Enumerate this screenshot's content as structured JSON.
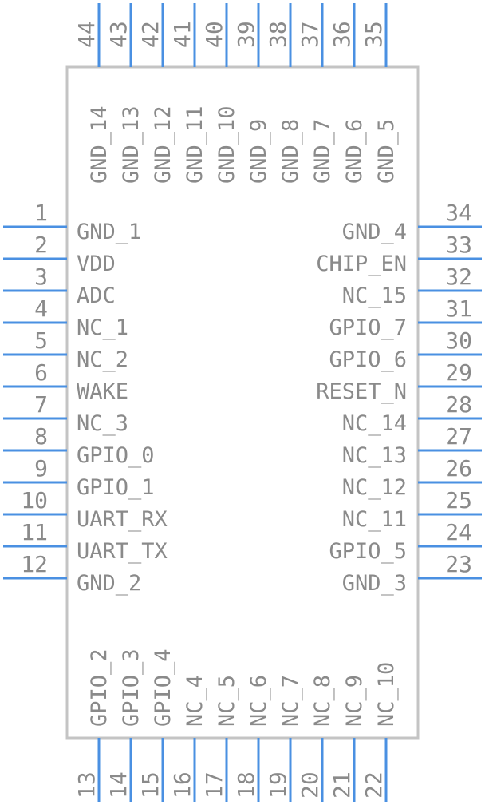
{
  "colors": {
    "pin": "#4a90e2",
    "body": "#c4c4c4",
    "text": "#8a8a8a"
  },
  "left_pins": [
    {
      "number": "1",
      "label": "GND_1"
    },
    {
      "number": "2",
      "label": "VDD"
    },
    {
      "number": "3",
      "label": "ADC"
    },
    {
      "number": "4",
      "label": "NC_1"
    },
    {
      "number": "5",
      "label": "NC_2"
    },
    {
      "number": "6",
      "label": "WAKE"
    },
    {
      "number": "7",
      "label": "NC_3"
    },
    {
      "number": "8",
      "label": "GPIO_0"
    },
    {
      "number": "9",
      "label": "GPIO_1"
    },
    {
      "number": "10",
      "label": "UART_RX"
    },
    {
      "number": "11",
      "label": "UART_TX"
    },
    {
      "number": "12",
      "label": "GND_2"
    }
  ],
  "right_pins": [
    {
      "number": "34",
      "label": "GND_4"
    },
    {
      "number": "33",
      "label": "CHIP_EN"
    },
    {
      "number": "32",
      "label": "NC_15"
    },
    {
      "number": "31",
      "label": "GPIO_7"
    },
    {
      "number": "30",
      "label": "GPIO_6"
    },
    {
      "number": "29",
      "label": "RESET_N"
    },
    {
      "number": "28",
      "label": "NC_14"
    },
    {
      "number": "27",
      "label": "NC_13"
    },
    {
      "number": "26",
      "label": "NC_12"
    },
    {
      "number": "25",
      "label": "NC_11"
    },
    {
      "number": "24",
      "label": "GPIO_5"
    },
    {
      "number": "23",
      "label": "GND_3"
    }
  ],
  "top_pins": [
    {
      "number": "44",
      "label": "GND_14"
    },
    {
      "number": "43",
      "label": "GND_13"
    },
    {
      "number": "42",
      "label": "GND_12"
    },
    {
      "number": "41",
      "label": "GND_11"
    },
    {
      "number": "40",
      "label": "GND_10"
    },
    {
      "number": "39",
      "label": "GND_9"
    },
    {
      "number": "38",
      "label": "GND_8"
    },
    {
      "number": "37",
      "label": "GND_7"
    },
    {
      "number": "36",
      "label": "GND_6"
    },
    {
      "number": "35",
      "label": "GND_5"
    }
  ],
  "bottom_pins": [
    {
      "number": "13",
      "label": "GPIO_2"
    },
    {
      "number": "14",
      "label": "GPIO_3"
    },
    {
      "number": "15",
      "label": "GPIO_4"
    },
    {
      "number": "16",
      "label": "NC_4"
    },
    {
      "number": "17",
      "label": "NC_5"
    },
    {
      "number": "18",
      "label": "NC_6"
    },
    {
      "number": "19",
      "label": "NC_7"
    },
    {
      "number": "20",
      "label": "NC_8"
    },
    {
      "number": "21",
      "label": "NC_9"
    },
    {
      "number": "22",
      "label": "NC_10"
    }
  ]
}
